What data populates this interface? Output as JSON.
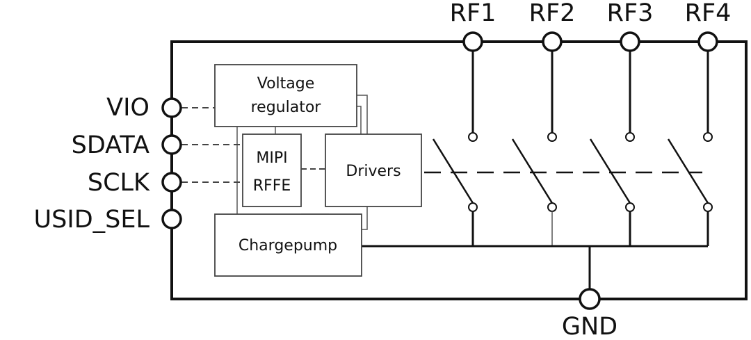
{
  "pins": {
    "left": [
      "VIO",
      "SDATA",
      "SCLK",
      "USID_SEL"
    ],
    "top": [
      "RF1",
      "RF2",
      "RF3",
      "RF4"
    ],
    "bottom": "GND"
  },
  "blocks": {
    "voltage_regulator": [
      "Voltage",
      "regulator"
    ],
    "mipi_rffe": [
      "MIPI",
      "RFFE"
    ],
    "drivers": "Drivers",
    "chargepump": "Chargepump"
  },
  "colors": {
    "line": "#111111",
    "thin_line": "#555555",
    "background": "#ffffff"
  }
}
